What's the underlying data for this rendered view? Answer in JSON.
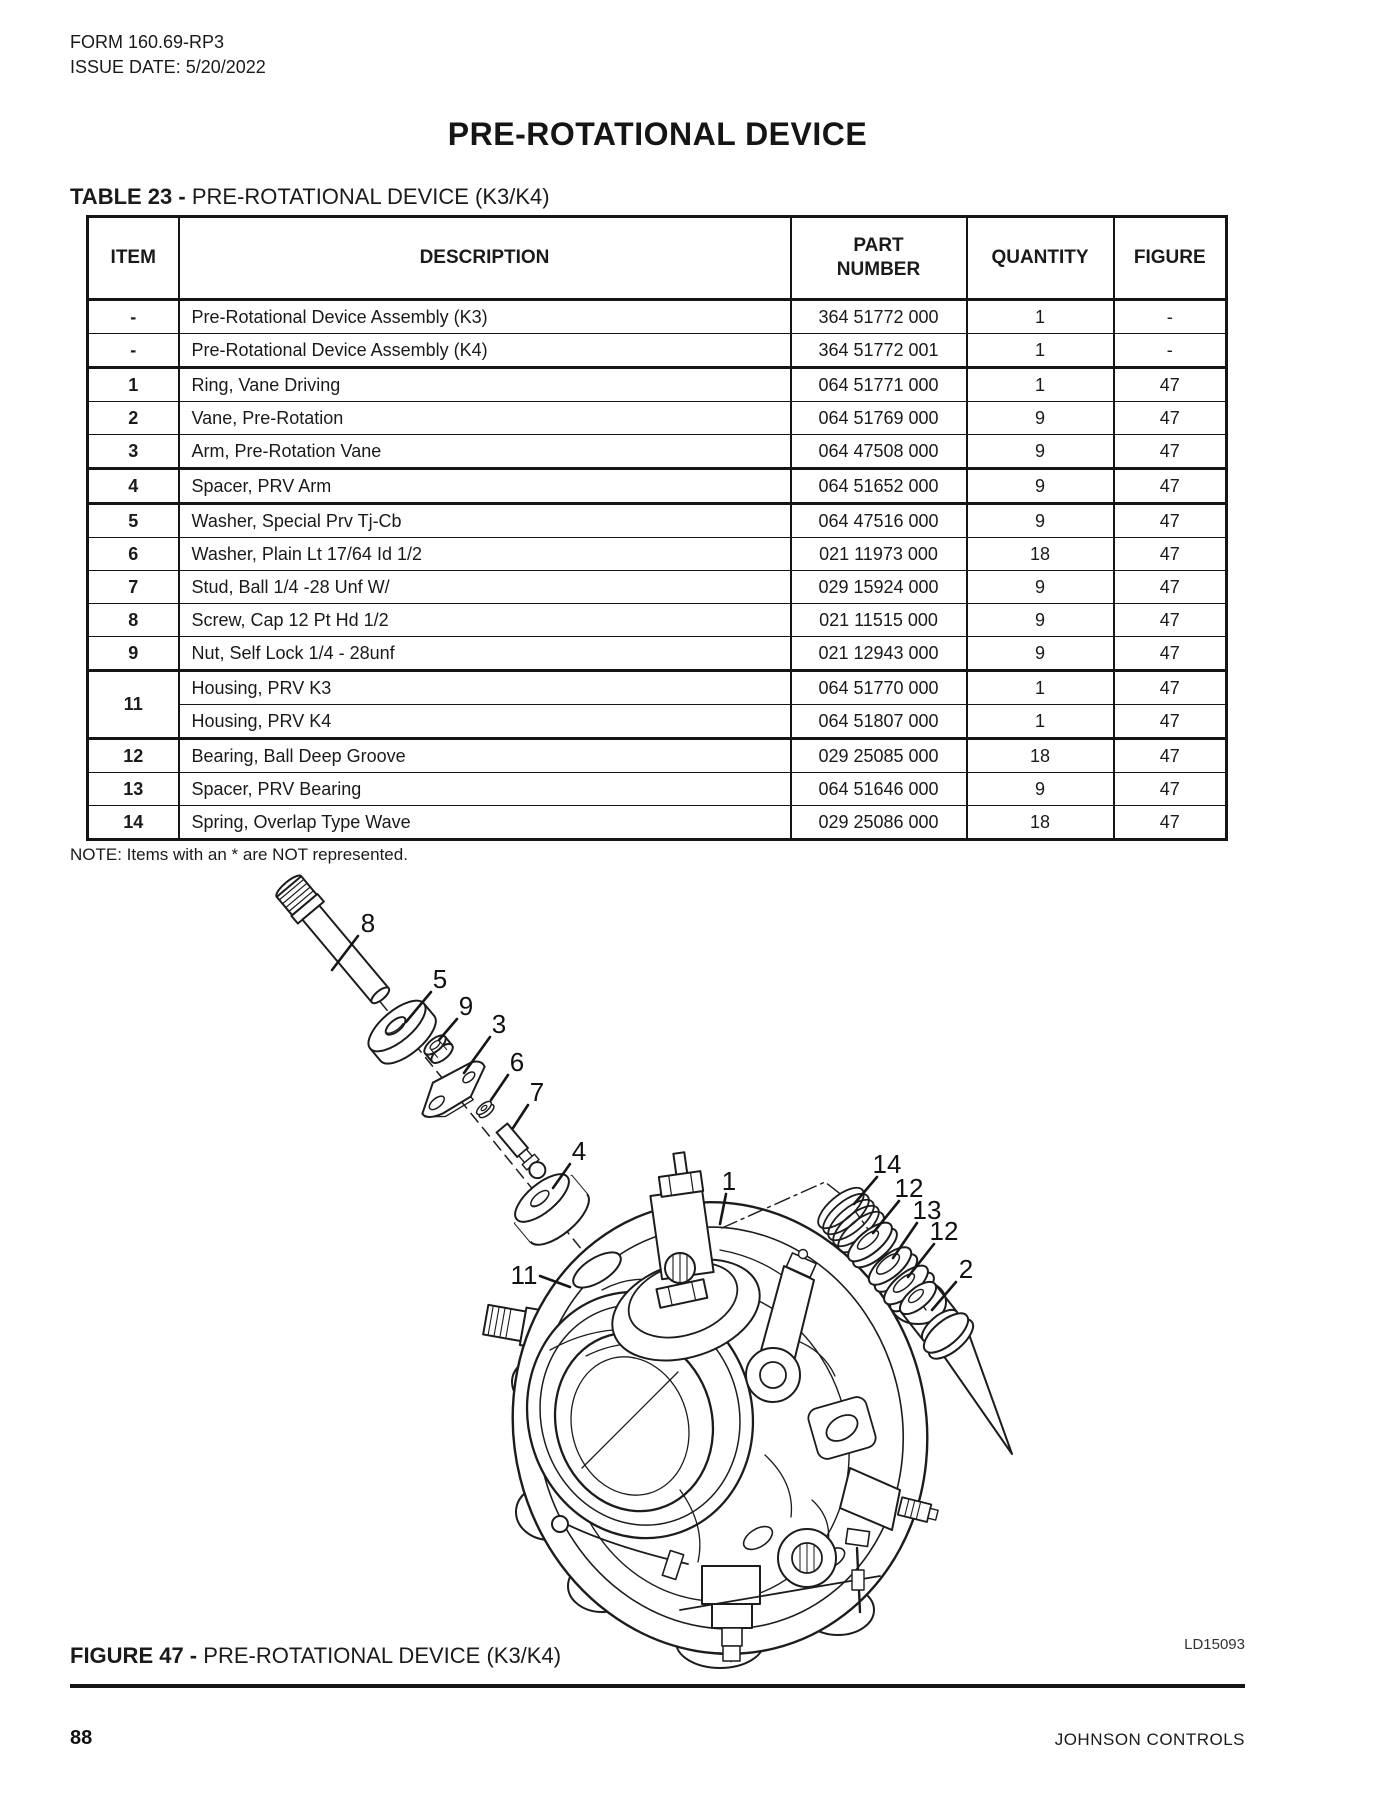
{
  "header": {
    "form": "FORM 160.69-RP3",
    "issue_date": "ISSUE DATE: 5/20/2022"
  },
  "title": "PRE-ROTATIONAL DEVICE",
  "table": {
    "label": "TABLE 23 -",
    "title": "PRE-ROTATIONAL DEVICE (K3/K4)",
    "headers": [
      "ITEM",
      "DESCRIPTION",
      "PART NUMBER",
      "QUANTITY",
      "FIGURE"
    ],
    "rows": [
      {
        "item": "-",
        "description": "Pre-Rotational Device Assembly (K3)",
        "part_number": "364 51772 000",
        "quantity": "1",
        "figure": "-",
        "thick_bottom": false
      },
      {
        "item": "-",
        "description": "Pre-Rotational Device Assembly (K4)",
        "part_number": "364 51772 001",
        "quantity": "1",
        "figure": "-",
        "thick_bottom": true
      },
      {
        "item": "1",
        "description": "Ring, Vane Driving",
        "part_number": "064 51771 000",
        "quantity": "1",
        "figure": "47",
        "thick_bottom": false
      },
      {
        "item": "2",
        "description": "Vane, Pre-Rotation",
        "part_number": "064 51769 000",
        "quantity": "9",
        "figure": "47",
        "thick_bottom": false
      },
      {
        "item": "3",
        "description": "Arm, Pre-Rotation Vane",
        "part_number": "064 47508 000",
        "quantity": "9",
        "figure": "47",
        "thick_bottom": true
      },
      {
        "item": "4",
        "description": "Spacer, PRV Arm",
        "part_number": "064 51652 000",
        "quantity": "9",
        "figure": "47",
        "thick_bottom": true
      },
      {
        "item": "5",
        "description": "Washer, Special Prv Tj-Cb",
        "part_number": "064 47516 000",
        "quantity": "9",
        "figure": "47",
        "thick_bottom": false
      },
      {
        "item": "6",
        "description": "Washer, Plain Lt 17/64 Id 1/2",
        "part_number": "021 11973 000",
        "quantity": "18",
        "figure": "47",
        "thick_bottom": false
      },
      {
        "item": "7",
        "description": "Stud, Ball 1/4 -28 Unf W/",
        "part_number": "029 15924 000",
        "quantity": "9",
        "figure": "47",
        "thick_bottom": false
      },
      {
        "item": "8",
        "description": "Screw, Cap 12 Pt Hd 1/2",
        "part_number": "021 11515 000",
        "quantity": "9",
        "figure": "47",
        "thick_bottom": false
      },
      {
        "item": "9",
        "description": "Nut, Self Lock 1/4 - 28unf",
        "part_number": "021 12943 000",
        "quantity": "9",
        "figure": "47",
        "thick_bottom": true
      },
      {
        "item": "11",
        "item_rowspan": 2,
        "description": "Housing, PRV K3",
        "part_number": "064 51770 000",
        "quantity": "1",
        "figure": "47",
        "thick_bottom": false
      },
      {
        "item": null,
        "description": "Housing, PRV K4",
        "part_number": "064 51807 000",
        "quantity": "1",
        "figure": "47",
        "thick_bottom": true
      },
      {
        "item": "12",
        "description": "Bearing, Ball Deep Groove",
        "part_number": "029 25085 000",
        "quantity": "18",
        "figure": "47",
        "thick_bottom": false
      },
      {
        "item": "13",
        "description": "Spacer, PRV Bearing",
        "part_number": "064 51646 000",
        "quantity": "9",
        "figure": "47",
        "thick_bottom": false
      },
      {
        "item": "14",
        "description": "Spring, Overlap Type Wave",
        "part_number": "029 25086 000",
        "quantity": "18",
        "figure": "47",
        "thick_bottom": false
      }
    ]
  },
  "note": "NOTE: Items with an * are NOT represented.",
  "figure": {
    "caption_label": "FIGURE 47 -",
    "caption_title": "PRE-ROTATIONAL DEVICE (K3/K4)",
    "image_code": "LD15093",
    "callouts": [
      "8",
      "5",
      "9",
      "3",
      "6",
      "7",
      "4",
      "1",
      "11",
      "14",
      "12",
      "13",
      "12",
      "2"
    ]
  },
  "footer": {
    "page_number": "88",
    "company": "JOHNSON CONTROLS"
  }
}
